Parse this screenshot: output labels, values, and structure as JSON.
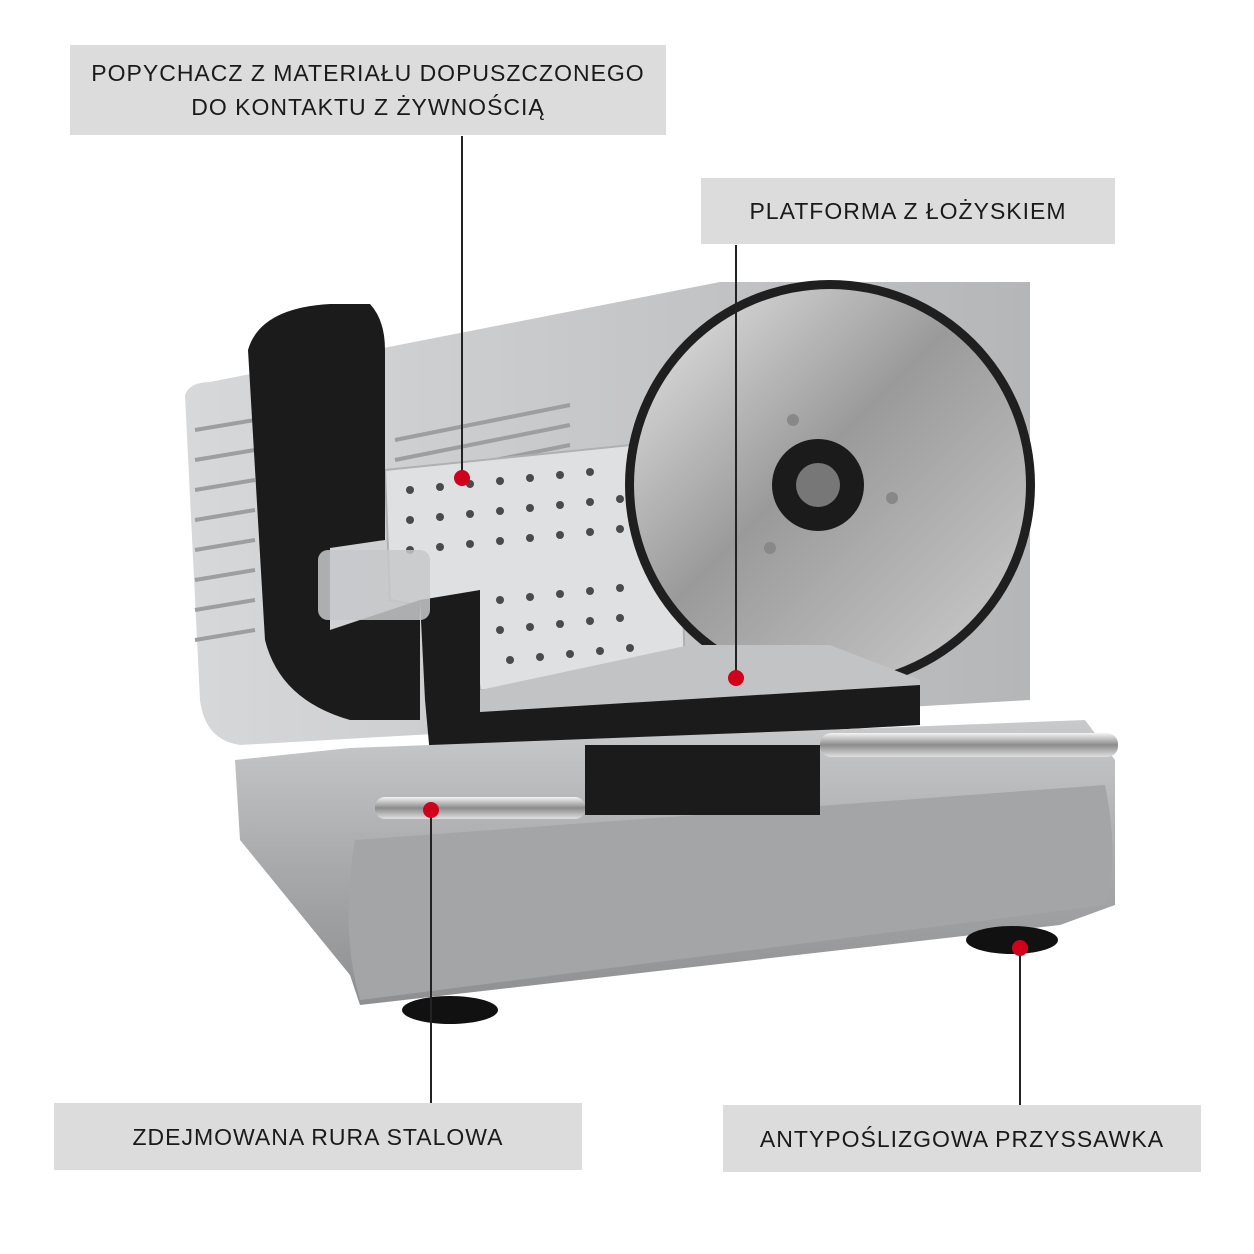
{
  "labels": {
    "pusher_line1": "POPYCHACZ Z MATERIAŁU DOPUSZCZONEGO",
    "pusher_line2": "DO KONTAKTU Z ŻYWNOŚCIĄ",
    "platform": "PLATFORMA Z ŁOŻYSKIEM",
    "steel_tube": "ZDEJMOWANA RURA STALOWA",
    "suction_cup": "ANTYPOŚLIZGOWA PRZYSSAWKA"
  },
  "colors": {
    "label_bg": "#dcdcdc",
    "marker": "#d0021b",
    "leader_line": "#222222",
    "body_silver": "#b9babc",
    "pusher_black": "#1b1b1b"
  }
}
